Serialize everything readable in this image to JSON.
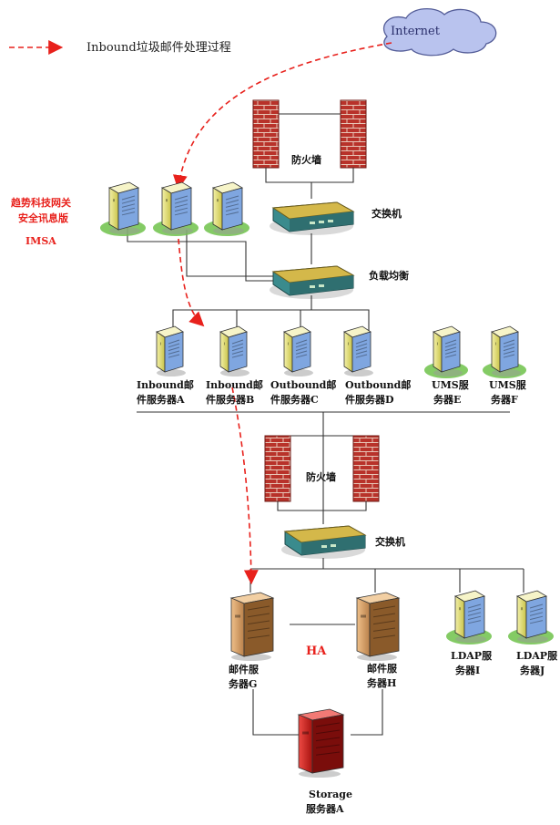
{
  "legend": {
    "text": "Inbound垃圾邮件处理过程"
  },
  "internet": {
    "label": "Internet"
  },
  "firewall_top": {
    "label": "防火墙"
  },
  "switch_top": {
    "label": "交换机"
  },
  "load_balancer": {
    "label": "负载均衡"
  },
  "imsa": {
    "line1": "趋势科技网关",
    "line2": "安全讯息版",
    "line3": "IMSA"
  },
  "servers_mid": [
    {
      "l1": "Inbound邮",
      "l2": "件服务器A"
    },
    {
      "l1": "Inbound邮",
      "l2": "件服务器B"
    },
    {
      "l1": "Outbound邮",
      "l2": "件服务器C"
    },
    {
      "l1": "Outbound邮",
      "l2": "件服务器D"
    },
    {
      "l1": "UMS服",
      "l2": "务器E"
    },
    {
      "l1": "UMS服",
      "l2": "务器F"
    }
  ],
  "firewall_mid": {
    "label": "防火墙"
  },
  "switch_mid": {
    "label": "交换机"
  },
  "ha": {
    "label": "HA"
  },
  "mail_g": {
    "l1": "邮件服",
    "l2": "务器G"
  },
  "mail_h": {
    "l1": "邮件服",
    "l2": "务器H"
  },
  "ldap": [
    {
      "l1": "LDAP服",
      "l2": "务器I"
    },
    {
      "l1": "LDAP服",
      "l2": "务器J"
    }
  ],
  "storage": {
    "l1": "Storage",
    "l2": "服务器A"
  },
  "colors": {
    "accent_red": "#e8211c",
    "firewall": "#b5302a",
    "server_yellow": "#e9e47a",
    "server_blue": "#7fa6e0",
    "server_tan": "#d9a468",
    "storage_red": "#d8231f"
  }
}
